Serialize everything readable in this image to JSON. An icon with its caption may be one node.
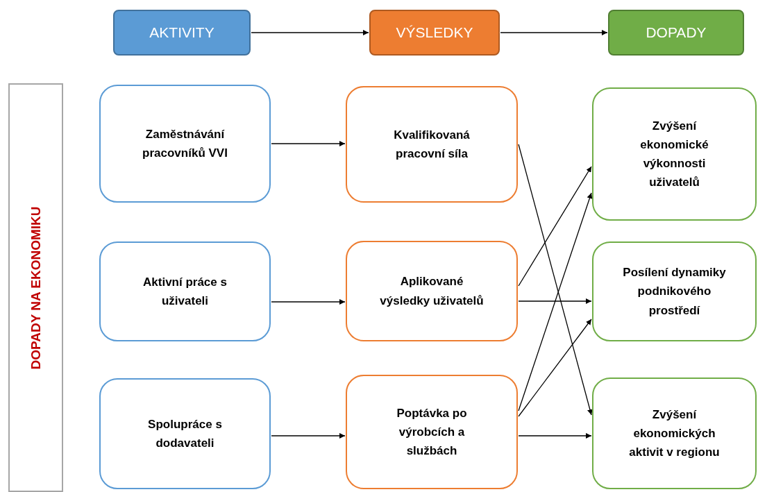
{
  "diagram": {
    "nodes": [
      {
        "text": [
          "AKTIVITY"
        ]
      },
      {
        "text": [
          "VÝSLEDKY"
        ]
      },
      {
        "text": [
          "DOPADY"
        ]
      },
      {
        "text": [
          "DOPADY NA EKONOMIKU"
        ]
      },
      {
        "text": [
          "Zaměstnávání pracovníků VVI"
        ]
      },
      {
        "text": [
          "Aktivní práce s uživateli"
        ]
      },
      {
        "text": [
          "Spolupráce s dodavateli"
        ]
      },
      {
        "text": [
          "Kvalifikovaná pracovní síla"
        ]
      },
      {
        "text": [
          "Aplikované výsledky uživatelů"
        ]
      },
      {
        "text": [
          "Poptávka po výrobcích a službách"
        ]
      },
      {
        "text": [
          "Zvýšení ekonomické výkonnosti uživatelů"
        ]
      },
      {
        "text": [
          "Posílení dynamiky podnikového prostředí"
        ]
      },
      {
        "text": [
          "Zvýšení ekonomických aktivit v regionu"
        ]
      }
    ],
    "edges": [
      {
        "from": 0,
        "to": 1,
        "arrow": "to"
      },
      {
        "from": 1,
        "to": 2,
        "arrow": "to"
      },
      {
        "from": 4,
        "to": 7,
        "arrow": "to"
      },
      {
        "from": 5,
        "to": 8,
        "arrow": "to"
      },
      {
        "from": 6,
        "to": 9,
        "arrow": "to"
      },
      {
        "from": 7,
        "to": 12,
        "arrow": "to"
      },
      {
        "from": 8,
        "to": 10,
        "arrow": "to"
      },
      {
        "from": 8,
        "to": 11,
        "arrow": "to"
      },
      {
        "from": 9,
        "to": 10,
        "arrow": "to"
      },
      {
        "from": 9,
        "to": 11,
        "arrow": "to"
      },
      {
        "from": 9,
        "to": 12,
        "arrow": "to"
      }
    ]
  }
}
